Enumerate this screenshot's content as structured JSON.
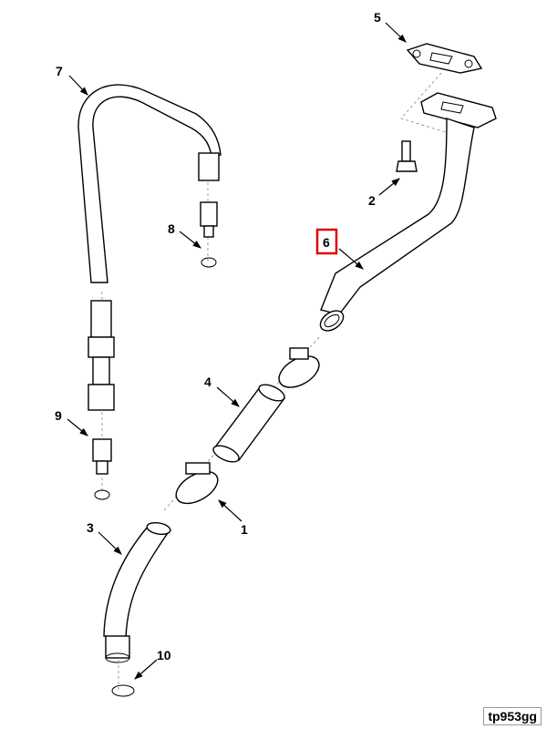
{
  "diagram": {
    "figure_id": "tp953gg",
    "highlight_color": "#e00000",
    "callouts": [
      {
        "number": "1",
        "part": "hose-clamp-lower"
      },
      {
        "number": "2",
        "part": "flange-bolt"
      },
      {
        "number": "3",
        "part": "elbow-tube"
      },
      {
        "number": "4",
        "part": "hose"
      },
      {
        "number": "5",
        "part": "gasket"
      },
      {
        "number": "6",
        "part": "turbo-drain-tube",
        "highlighted": true
      },
      {
        "number": "7",
        "part": "oil-supply-line"
      },
      {
        "number": "8",
        "part": "o-ring-upper"
      },
      {
        "number": "9",
        "part": "adapter-fitting"
      },
      {
        "number": "10",
        "part": "o-ring-lower"
      }
    ]
  }
}
